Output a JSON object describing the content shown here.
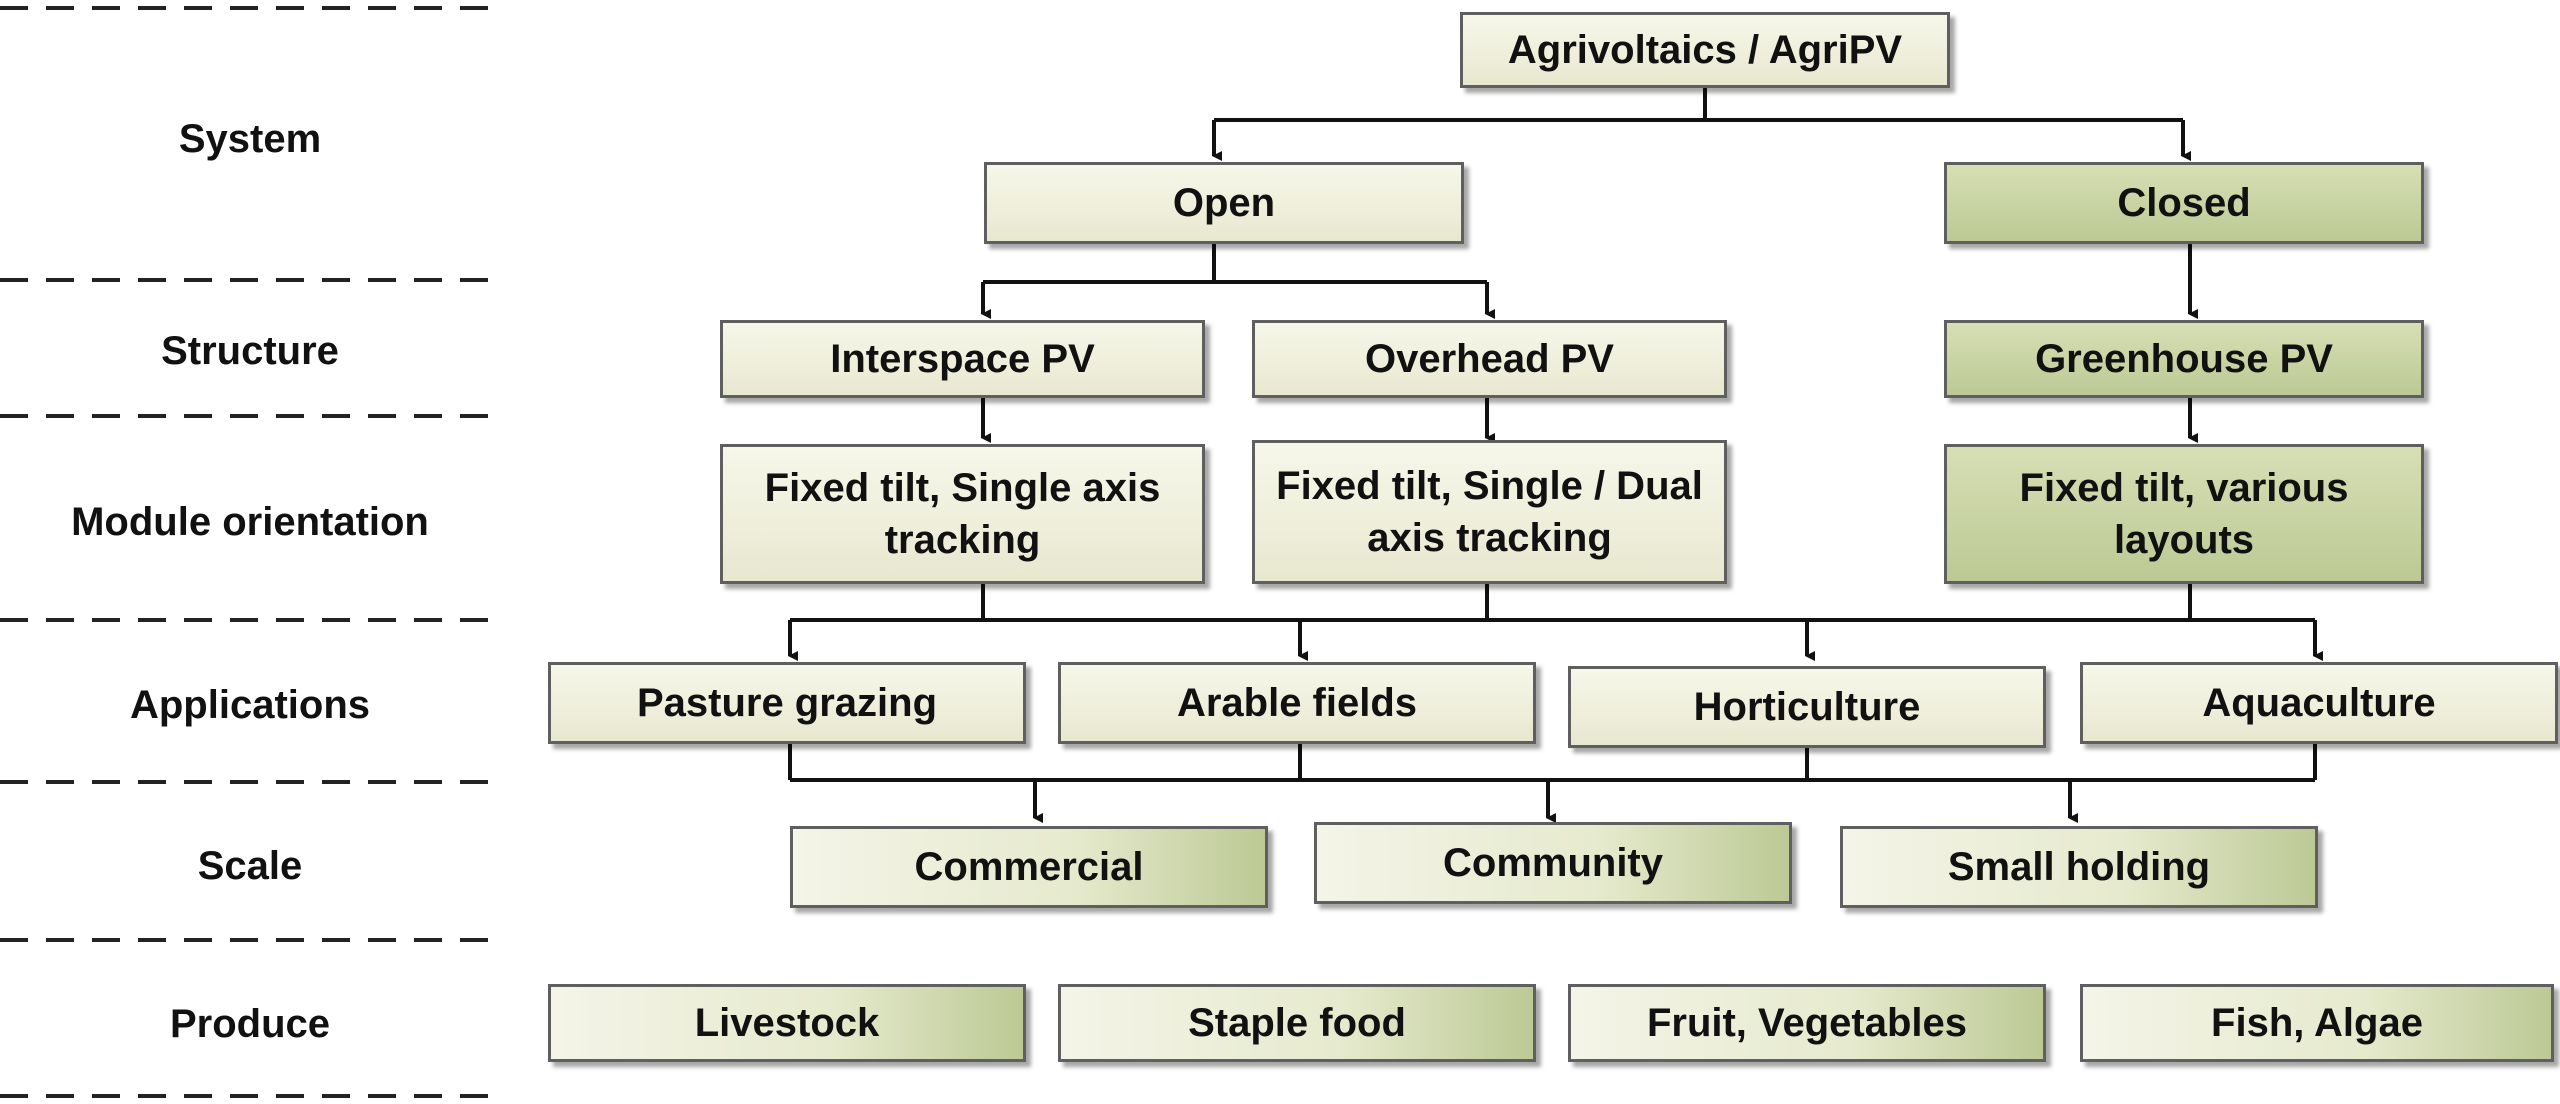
{
  "levels": {
    "system": "System",
    "structure": "Structure",
    "module_orientation": "Module orientation",
    "applications": "Applications",
    "scale": "Scale",
    "produce": "Produce"
  },
  "nodes": {
    "root": "Agrivoltaics / AgriPV",
    "open": "Open",
    "closed": "Closed",
    "interspace": "Interspace PV",
    "overhead": "Overhead PV",
    "greenhouse": "Greenhouse PV",
    "orient_interspace": "Fixed tilt, Single axis tracking",
    "orient_overhead": "Fixed tilt, Single / Dual axis tracking",
    "orient_greenhouse": "Fixed tilt, various layouts",
    "app_pasture": "Pasture grazing",
    "app_arable": "Arable fields",
    "app_horticulture": "Horticulture",
    "app_aquaculture": "Aquaculture",
    "scale_commercial": "Commercial",
    "scale_community": "Community",
    "scale_small": "Small holding",
    "produce_livestock": "Livestock",
    "produce_staple": "Staple food",
    "produce_fruit": "Fruit, Vegetables",
    "produce_fish": "Fish, Algae"
  },
  "colors": {
    "light_fill": "#eeeedc",
    "dark_fill": "#c9d3a4",
    "border": "#5f5f5f",
    "line": "#111111"
  }
}
